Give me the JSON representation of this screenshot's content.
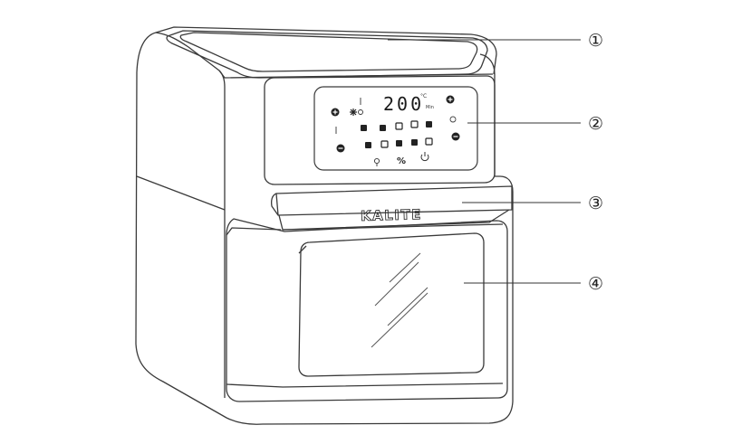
{
  "callouts": [
    {
      "id": "1",
      "label": "①"
    },
    {
      "id": "2",
      "label": "②"
    },
    {
      "id": "3",
      "label": "③"
    },
    {
      "id": "4",
      "label": "④"
    }
  ],
  "display": {
    "temperature": "200",
    "temp_unit": "°C",
    "time_unit": "Min",
    "percent_symbol": "%"
  },
  "brand": {
    "logo_text": "KALITE"
  },
  "colors": {
    "outline": "#3a3a3a",
    "light_outline": "#8a8a8a",
    "background": "#ffffff"
  }
}
